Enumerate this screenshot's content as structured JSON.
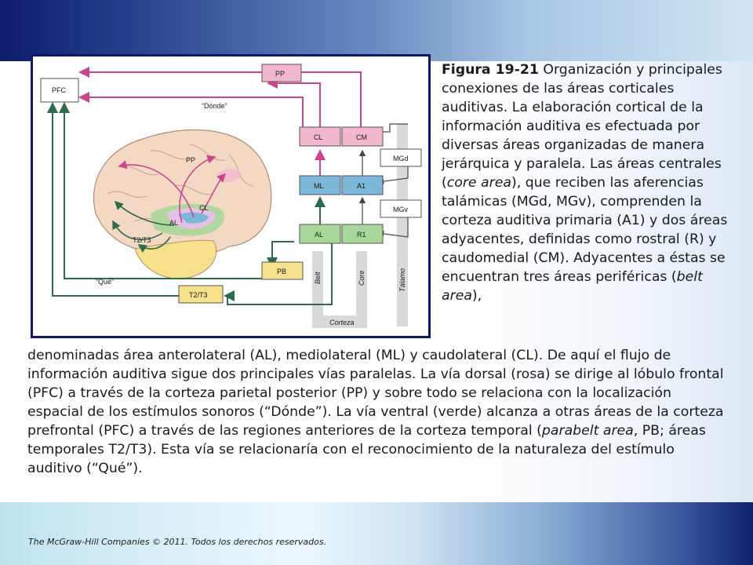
{
  "caption": {
    "figure_label": "Figura 19-21",
    "text_1": " Organización y principales conexiones de las áreas corticales auditivas. La elaboración cortical de la información auditiva es efectuada por diversas áreas organizadas de manera jerárquica y paralela. Las áreas centrales (",
    "italic_1": "core area",
    "text_2": "), que reciben las aferencias talámicas (MGd, MGv), comprenden la corteza auditiva primaria (A1) y dos áreas adyacentes, definidas como rostral (R) y caudomedial (CM). Adyacentes a éstas se encuentran tres áreas periféricas (",
    "italic_2": "belt area",
    "text_3": "),"
  },
  "body": {
    "text_1": "denominadas área anterolateral (AL), mediolateral (ML) y caudolateral (CL). De aquí el flujo de información auditiva sigue dos principales vías paralelas. La vía dorsal (rosa) se dirige al lóbulo frontal (PFC) a través de la corteza parietal posterior (PP) y sobre todo se relaciona con la localización espacial de los estímulos sonoros (“Dónde”). La vía ventral (verde) alcanza a otras áreas de la corteza prefrontal (PFC) a través de las regiones anteriores de la corteza temporal (",
    "italic_1": "parabelt area",
    "text_2": ", PB; áreas temporales T2/T3). Esta vía se relacionaría con el reconocimiento de la naturaleza del estímulo auditivo (“Qué”)."
  },
  "footer": "The McGraw-Hill Companies © 2011. Todos los derechos reservados.",
  "figure": {
    "boxes": {
      "pfc": "PFC",
      "pp": "PP",
      "cl": "CL",
      "cm": "CM",
      "ml": "ML",
      "a1": "A1",
      "al": "AL",
      "r1": "R1",
      "mgd": "MGd",
      "mgv": "MGv",
      "pb": "PB",
      "t2t3": "T2/T3"
    },
    "labels": {
      "donde": "“Dónde”",
      "que": "“Qué”",
      "belt": "Belt",
      "core": "Core",
      "talamo": "Tálamo",
      "corteza": "Corteza"
    },
    "brain_labels": {
      "pp": "PP",
      "cl": "CL",
      "al": "AL",
      "t2t3": "T2/T3"
    },
    "colors": {
      "dorsal_pink": "#c9468f",
      "ventral_green": "#2f6b4a",
      "pink_box": "#f2b6cf",
      "blue_box": "#7cb6d8",
      "green_box": "#a8d79a",
      "yellow_box": "#f6e08c",
      "gray_strip": "#d9d9d9"
    }
  }
}
